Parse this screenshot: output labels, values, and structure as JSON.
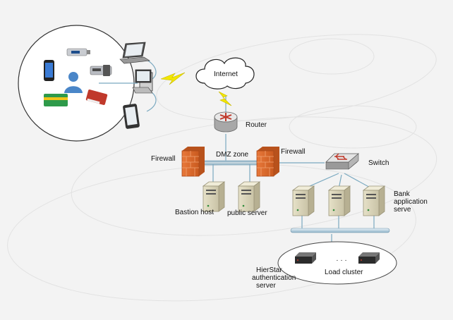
{
  "labels": {
    "internet": "Internet",
    "router": "Router",
    "firewall_left": "Firewall",
    "firewall_right": "Firewall",
    "dmz_zone": "DMZ zone",
    "switch": "Switch",
    "bastion_host": "Bastion host",
    "public_server": "public server",
    "bank_app_line1": "Bank",
    "bank_app_line2": "application",
    "bank_app_line3": "serve",
    "hierstar_line1": "HierStar",
    "hierstar_line2": "authentication",
    "hierstar_line3": "server",
    "load_cluster": "Load cluster",
    "ellipsis": "· · ·"
  },
  "colors": {
    "firewall": "#d9682a",
    "router": "#c0392b",
    "link": "#7aa9c0",
    "lightning": "#f2e600"
  },
  "icons": [
    "user-icon",
    "smartphone-icon",
    "usb-token-icon",
    "card-reader-icon",
    "bank-card-icon",
    "laptop-icon",
    "desktop-icon",
    "tablet-icon",
    "cloud-icon",
    "lightning-icon",
    "router-icon",
    "firewall-icon",
    "switch-icon",
    "server-icon",
    "rack-server-icon"
  ]
}
